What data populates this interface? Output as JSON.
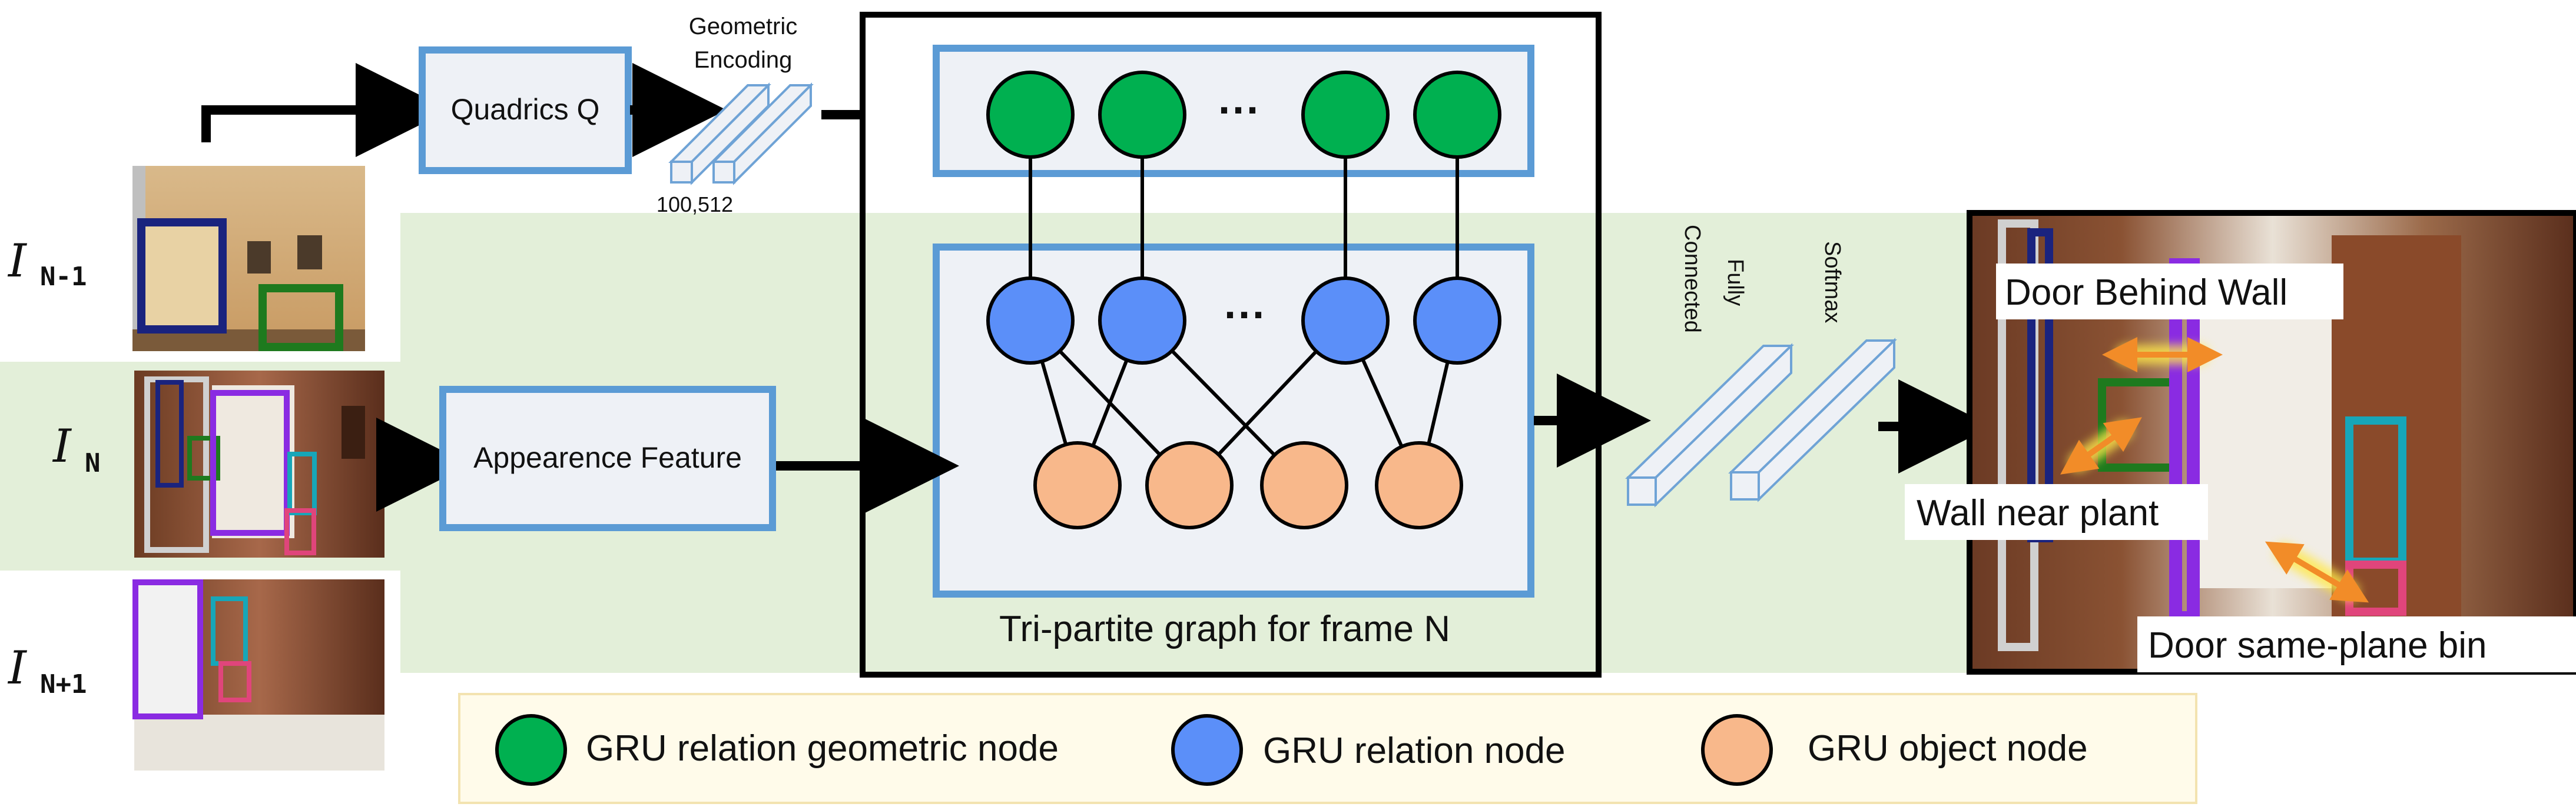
{
  "frames": {
    "prev": {
      "symbol": "I",
      "subscript": "N-1"
    },
    "curr": {
      "symbol": "I",
      "subscript": "N"
    },
    "next": {
      "symbol": "I",
      "subscript": "N+1"
    }
  },
  "modules": {
    "quadrics": "Quadrics Q",
    "geometric_encoding": {
      "line1": "Geometric",
      "line2": "Encoding",
      "dims": "100,512"
    },
    "appearance": "Appearence Feature",
    "fully_connected": {
      "line1": "Fully",
      "line2": "Connected"
    },
    "softmax": "Softmax",
    "ellipsis": "···"
  },
  "graph": {
    "caption": "Tri-partite graph for frame N"
  },
  "relations": {
    "door_wall": "Door Behind Wall",
    "wall_plant": "Wall near plant",
    "door_bin": "Door same-plane bin"
  },
  "legend": {
    "geometric": "GRU relation geometric node",
    "relation": "GRU relation node",
    "object": "GRU object node"
  },
  "colors": {
    "green_band": "#e3efd9",
    "box_border": "#5b9bd5",
    "box_fill": "#eef1f6",
    "geometric_node": "#00b050",
    "relation_node": "#5b8ff9",
    "object_node": "#f8b88b",
    "legend_fill": "#fffbea",
    "legend_border": "#f3e3b0"
  }
}
